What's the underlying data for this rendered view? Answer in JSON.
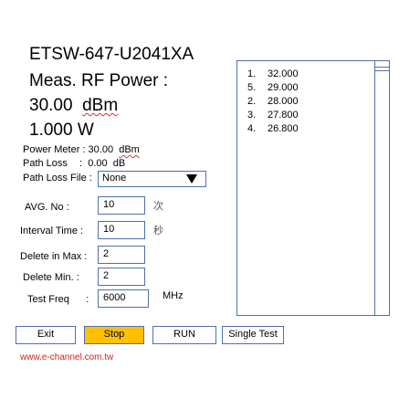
{
  "header": {
    "device": "ETSW-647-U2041XA",
    "title": "Meas. RF Power :",
    "dbm_value": "30.00",
    "dbm_unit": "dBm",
    "watts": "1.000 W"
  },
  "readouts": {
    "power_meter_label": "Power Meter",
    "power_meter_sep": ":",
    "power_meter_value": "30.00",
    "power_meter_unit": "dBm",
    "path_loss_label": "Path Loss",
    "path_loss_sep": ":",
    "path_loss_value": "0.00",
    "path_loss_unit": "dB"
  },
  "path_loss_file": {
    "label": "Path Loss File",
    "sep": ":",
    "value": "None"
  },
  "settings": {
    "avg_label": "AVG. No :",
    "avg_value": "10",
    "avg_unit": "次",
    "interval_label": "Interval  Time :",
    "interval_value": "10",
    "interval_unit": "秒",
    "delete_max_label": "Delete in Max  :",
    "delete_max_value": "2",
    "delete_min_label": "Delete Min.   :",
    "delete_min_value": "2",
    "test_freq_label": "Test Freq",
    "test_freq_sep": ":",
    "test_freq_value": "6000",
    "test_freq_unit": "MHz"
  },
  "buttons": {
    "exit": "Exit",
    "stop": "Stop",
    "run": "RUN",
    "single": "Single Test"
  },
  "results": [
    {
      "n": "1.",
      "v": "32.000"
    },
    {
      "n": "5.",
      "v": "29.000"
    },
    {
      "n": "2.",
      "v": "28.000"
    },
    {
      "n": "3.",
      "v": "27.800"
    },
    {
      "n": "4.",
      "v": "26.800"
    }
  ],
  "footer": {
    "url": "www.e-channel.com.tw"
  },
  "colors": {
    "border": "#4f6fb0",
    "active_button": "#ffc000",
    "link": "#d62020"
  },
  "icons": {
    "dropdown": "triangle-down-icon"
  }
}
